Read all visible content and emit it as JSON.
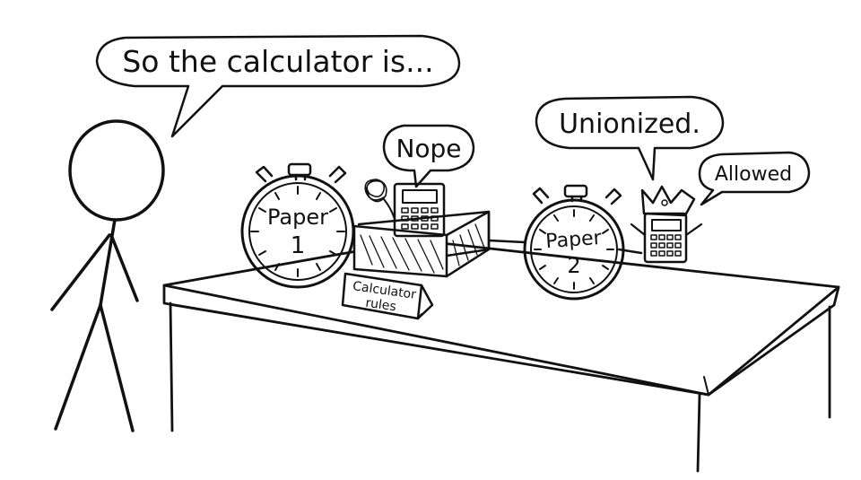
{
  "comic": {
    "speech": {
      "stick_figure": "So the calculator is...",
      "boxed_calculator": "Nope",
      "crowned_calculator_top": "Unionized.",
      "crowned_calculator_side": "Allowed"
    },
    "stopwatch_1": {
      "line1": "Paper",
      "line2": "1"
    },
    "stopwatch_2": {
      "line1": "Paper",
      "line2": "2"
    },
    "sign": {
      "line1": "Calculator",
      "line2": "rules"
    }
  },
  "colors": {
    "ink": "#111111",
    "paper": "#ffffff"
  }
}
